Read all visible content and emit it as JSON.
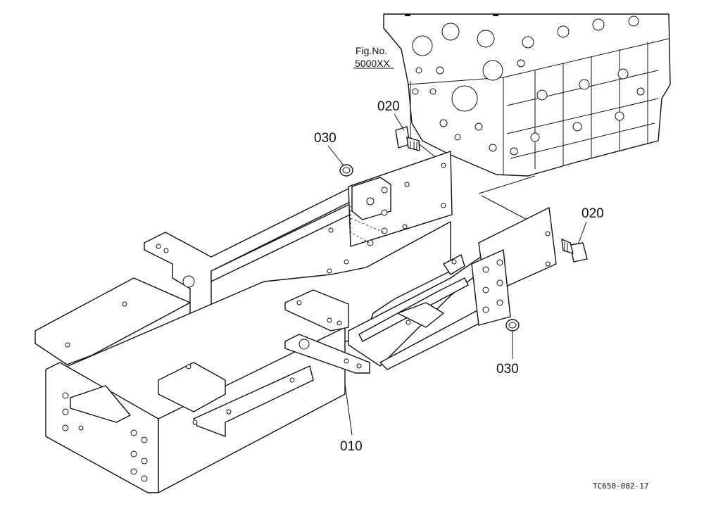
{
  "figure": {
    "fig_ref_line1": "Fig.No.",
    "fig_ref_line2": "5000XX",
    "drawing_code": "TC650-082-17"
  },
  "callouts": {
    "bolt_upper": "020",
    "bolt_right": "020",
    "washer_upper": "030",
    "washer_lower": "030",
    "frame": "010"
  }
}
